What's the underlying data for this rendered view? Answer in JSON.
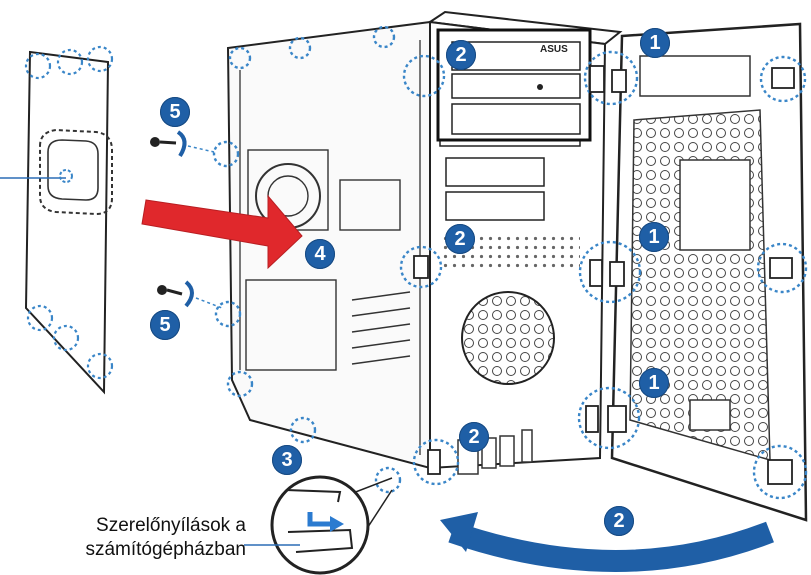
{
  "caption": {
    "line1": "Szerelőnyílások a",
    "line2": "számítógépházban"
  },
  "step_badges": [
    {
      "id": "badge-1-top",
      "number": "1"
    },
    {
      "id": "badge-1-middle",
      "number": "1"
    },
    {
      "id": "badge-1-bottom",
      "number": "1"
    },
    {
      "id": "badge-2-top",
      "number": "2"
    },
    {
      "id": "badge-2-middle",
      "number": "2"
    },
    {
      "id": "badge-2-lower",
      "number": "2"
    },
    {
      "id": "badge-2-arrow",
      "number": "2"
    },
    {
      "id": "badge-3",
      "number": "3"
    },
    {
      "id": "badge-4",
      "number": "4"
    },
    {
      "id": "badge-5-top",
      "number": "5"
    },
    {
      "id": "badge-5-bottom",
      "number": "5"
    }
  ],
  "drive_logo": "ASUS",
  "colors": {
    "badge": "#1f5fa6",
    "arrow_red": "#e0282c",
    "arrow_blue": "#1f5fa6",
    "callout_dots": "#3a86c8",
    "line_art": "#222222"
  }
}
